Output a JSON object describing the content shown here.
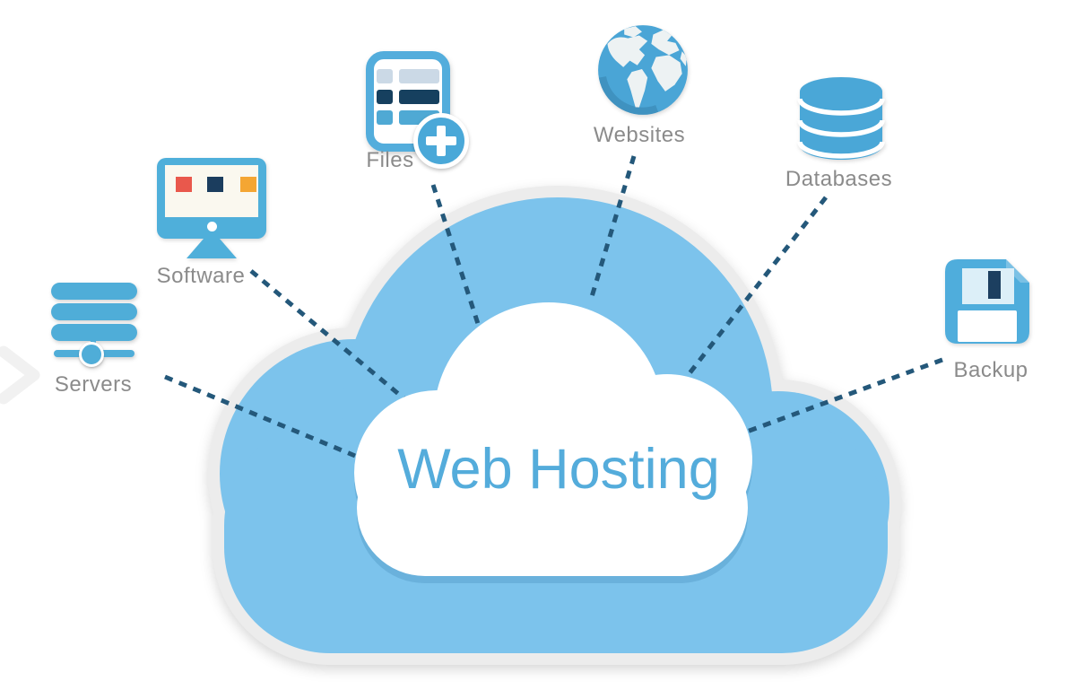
{
  "title": {
    "text": "Web Hosting"
  },
  "nodes": [
    {
      "id": "servers",
      "label": "Servers",
      "icon": "server-stack-icon"
    },
    {
      "id": "software",
      "label": "Software",
      "icon": "monitor-icon"
    },
    {
      "id": "files",
      "label": "Files",
      "icon": "document-add-icon"
    },
    {
      "id": "websites",
      "label": "Websites",
      "icon": "globe-icon"
    },
    {
      "id": "databases",
      "label": "Databases",
      "icon": "database-cylinder-icon"
    },
    {
      "id": "backup",
      "label": "Backup",
      "icon": "floppy-disk-icon"
    }
  ],
  "connections": [
    {
      "from": "servers",
      "to": "web-hosting-cloud"
    },
    {
      "from": "software",
      "to": "web-hosting-cloud"
    },
    {
      "from": "files",
      "to": "web-hosting-cloud"
    },
    {
      "from": "websites",
      "to": "web-hosting-cloud"
    },
    {
      "from": "databases",
      "to": "web-hosting-cloud"
    },
    {
      "from": "backup",
      "to": "web-hosting-cloud"
    }
  ],
  "colors": {
    "icon_blue": "#4FADD8",
    "cloud_blue": "#7CC3EC",
    "cloud_outline_gray": "#ECECEC",
    "inner_cloud_white": "#FFFFFF",
    "title_blue": "#54ACDB",
    "label_gray": "#8B8B8B",
    "connector_navy": "#24587A",
    "dark_navy": "#1B3D5E",
    "accent_red": "#E9584C",
    "accent_orange": "#F4A633",
    "pale_list_row": "#CBD9E6",
    "floppy_window_blue": "#DCEFF8"
  }
}
